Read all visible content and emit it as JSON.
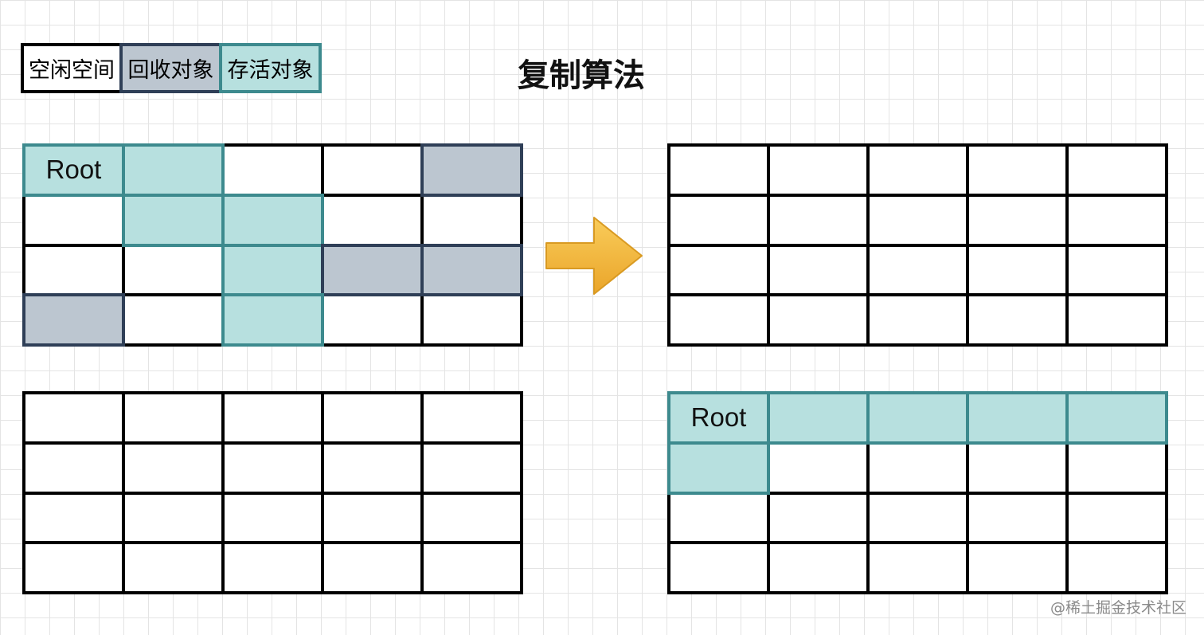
{
  "legend": [
    {
      "label": "空闲空间",
      "bg": "#ffffff",
      "border": "#000000"
    },
    {
      "label": "回收对象",
      "bg": "#bcc6d0",
      "border": "#2f3f57"
    },
    {
      "label": "存活对象",
      "bg": "#b7e0df",
      "border": "#3d8a8e"
    }
  ],
  "title": "复制算法",
  "grids": {
    "before_from": {
      "labels": {
        "0": "Root"
      },
      "cells": [
        "live",
        "live",
        "free",
        "free",
        "dead",
        "free",
        "live",
        "live",
        "free",
        "free",
        "free",
        "free",
        "live",
        "dead",
        "dead",
        "dead",
        "free",
        "live",
        "free",
        "free"
      ]
    },
    "before_to": {
      "labels": {},
      "cells": [
        "free",
        "free",
        "free",
        "free",
        "free",
        "free",
        "free",
        "free",
        "free",
        "free",
        "free",
        "free",
        "free",
        "free",
        "free",
        "free",
        "free",
        "free",
        "free",
        "free"
      ]
    },
    "after_from": {
      "labels": {},
      "cells": [
        "free",
        "free",
        "free",
        "free",
        "free",
        "free",
        "free",
        "free",
        "free",
        "free",
        "free",
        "free",
        "free",
        "free",
        "free",
        "free",
        "free",
        "free",
        "free",
        "free"
      ]
    },
    "after_to": {
      "labels": {
        "0": "Root"
      },
      "cells": [
        "live",
        "live",
        "live",
        "live",
        "live",
        "live",
        "free",
        "free",
        "free",
        "free",
        "free",
        "free",
        "free",
        "free",
        "free",
        "free",
        "free",
        "free",
        "free",
        "free"
      ]
    }
  },
  "arrow_icon": "right-arrow-icon",
  "colors": {
    "free": "#ffffff",
    "dead": "#bcc6d0",
    "live": "#b7e0df",
    "arrow": "#f2b134"
  },
  "watermark": "@稀土掘金技术社区"
}
